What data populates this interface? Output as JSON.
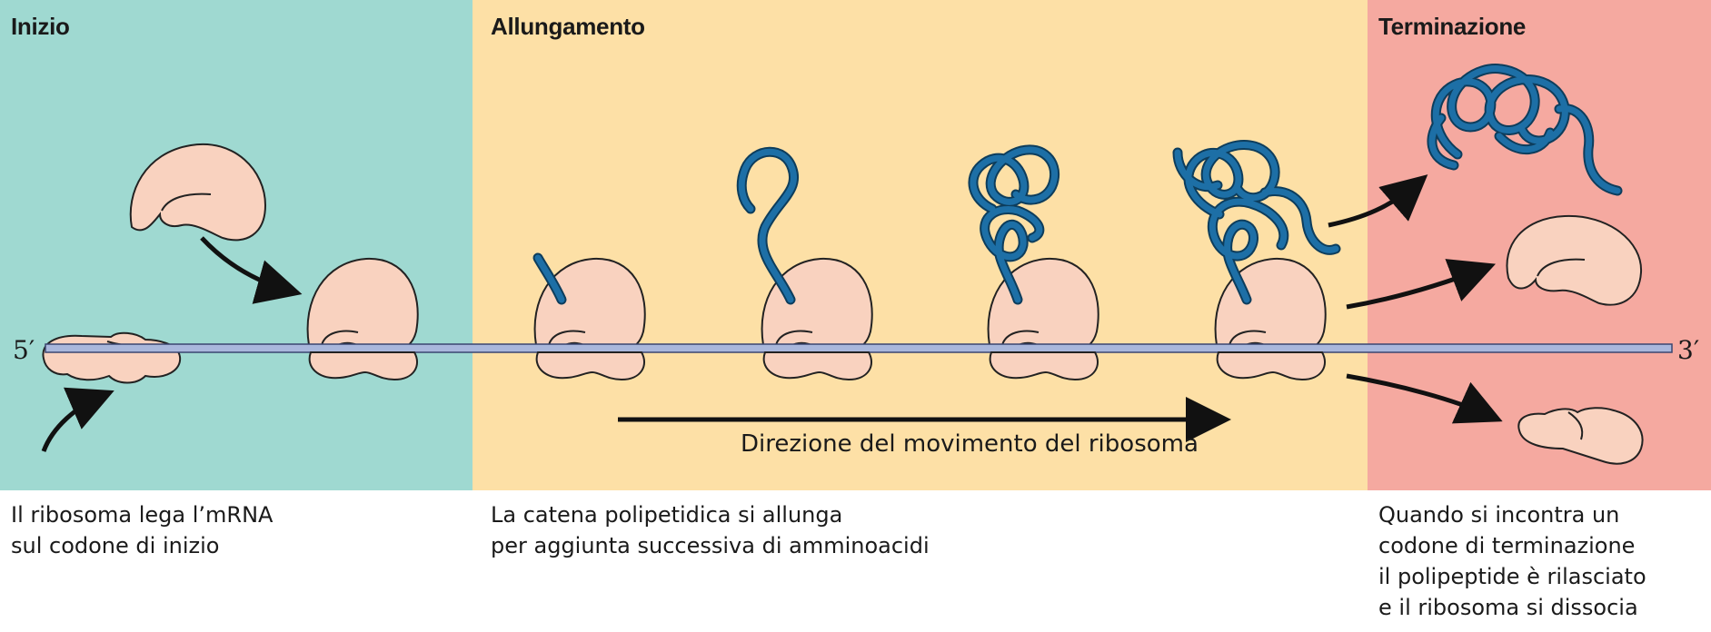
{
  "panels": {
    "initiation": {
      "title": "Inizio",
      "color": "#9fd9d1",
      "caption": "Il ribosoma lega l’mRNA\nsul codone di inizio"
    },
    "elongation": {
      "title": "Allungamento",
      "color": "#fde0a6",
      "caption": "La catena polipetidica si allunga\nper aggiunta successiva di amminoacidi"
    },
    "termination": {
      "title": "Terminazione",
      "color": "#f5a9a0",
      "caption": "Quando si incontra un\ncodone di terminazione\nil polipeptide è rilasciato\ne il ribosoma si dissocia"
    }
  },
  "mrna": {
    "five_prime": "5′",
    "three_prime": "3′",
    "color": "#a9b7dc"
  },
  "direction_label": "Direzione del movimento del ribosoma",
  "colors": {
    "ribosome": "#f9d2bf",
    "polypeptide": "#1d6fa6",
    "outline": "#222222"
  }
}
